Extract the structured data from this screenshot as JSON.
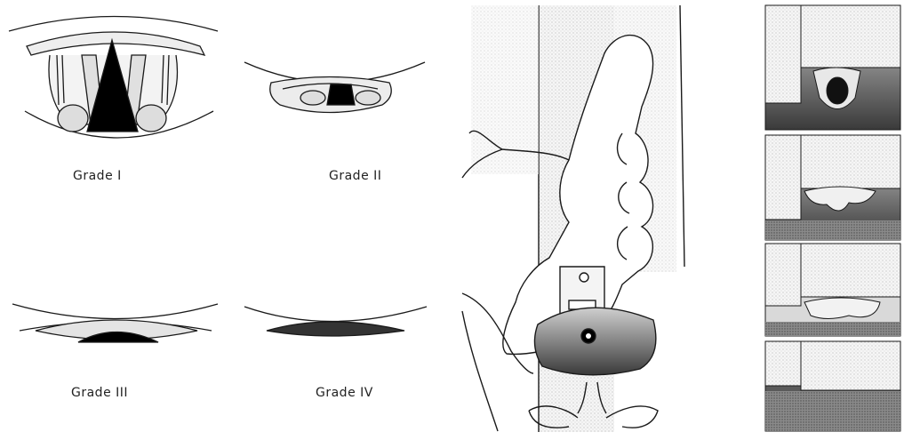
{
  "grades": [
    {
      "id": "grade-1",
      "label": "Grade I"
    },
    {
      "id": "grade-2",
      "label": "Grade II"
    },
    {
      "id": "grade-3",
      "label": "Grade III"
    },
    {
      "id": "grade-4",
      "label": "Grade IV"
    }
  ],
  "colors": {
    "ink": "#1a1a1a",
    "glottis": "#000000",
    "tissue_fill": "#e6e6e6",
    "shade_fill": "#cfcfcf",
    "wall_fill": "#f2f2f2",
    "grade4_fill": "#333333"
  }
}
